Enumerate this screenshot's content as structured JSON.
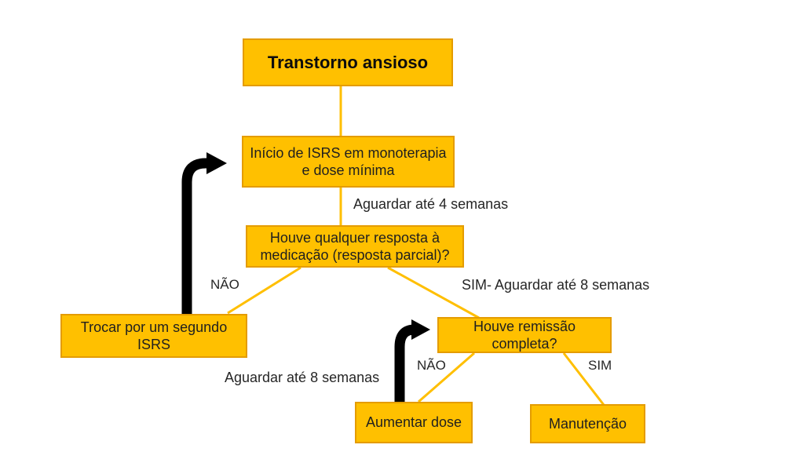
{
  "diagram": {
    "type": "flowchart",
    "language": "pt-BR",
    "title_node": "Transtorno ansioso",
    "nodes": {
      "title": {
        "label": "Transtorno ansioso"
      },
      "inicio": {
        "label": "Início de ISRS em monoterapia e dose mínima"
      },
      "resposta": {
        "label": "Houve qualquer resposta à medicação (resposta parcial)?"
      },
      "trocar": {
        "label": "Trocar por um segundo ISRS"
      },
      "remissao": {
        "label": "Houve remissão completa?"
      },
      "aumentar": {
        "label": "Aumentar dose"
      },
      "manutencao": {
        "label": "Manutenção"
      }
    },
    "edge_labels": {
      "wait4": "Aguardar até 4 semanas",
      "nao1": "NÃO",
      "sim8": "SIM- Aguardar até 8 semanas",
      "nao2": "NÃO",
      "sim2": "SIM",
      "wait8": "Aguardar até 8 semanas"
    },
    "edges": [
      {
        "from": "title",
        "to": "inicio",
        "style": "straight-orange"
      },
      {
        "from": "inicio",
        "to": "resposta",
        "style": "straight-orange",
        "label": "Aguardar até 4 semanas"
      },
      {
        "from": "resposta",
        "to": "trocar",
        "style": "diagonal-orange",
        "label": "NÃO"
      },
      {
        "from": "resposta",
        "to": "remissao",
        "style": "diagonal-orange",
        "label": "SIM- Aguardar até 8 semanas"
      },
      {
        "from": "remissao",
        "to": "aumentar",
        "style": "diagonal-orange",
        "label": "NÃO"
      },
      {
        "from": "remissao",
        "to": "manutencao",
        "style": "diagonal-orange",
        "label": "SIM"
      },
      {
        "from": "trocar",
        "to": "inicio",
        "style": "black-curved-arrow"
      },
      {
        "from": "aumentar",
        "to": "remissao",
        "style": "black-curved-arrow",
        "label": "Aguardar até 8 semanas"
      }
    ],
    "colors": {
      "node_fill": "#FFC000",
      "node_border": "#E49C00",
      "connector": "#FFBF00",
      "feedback_arrow": "#000000",
      "text": "#1f1f1f",
      "background": "#FFFFFF"
    }
  }
}
